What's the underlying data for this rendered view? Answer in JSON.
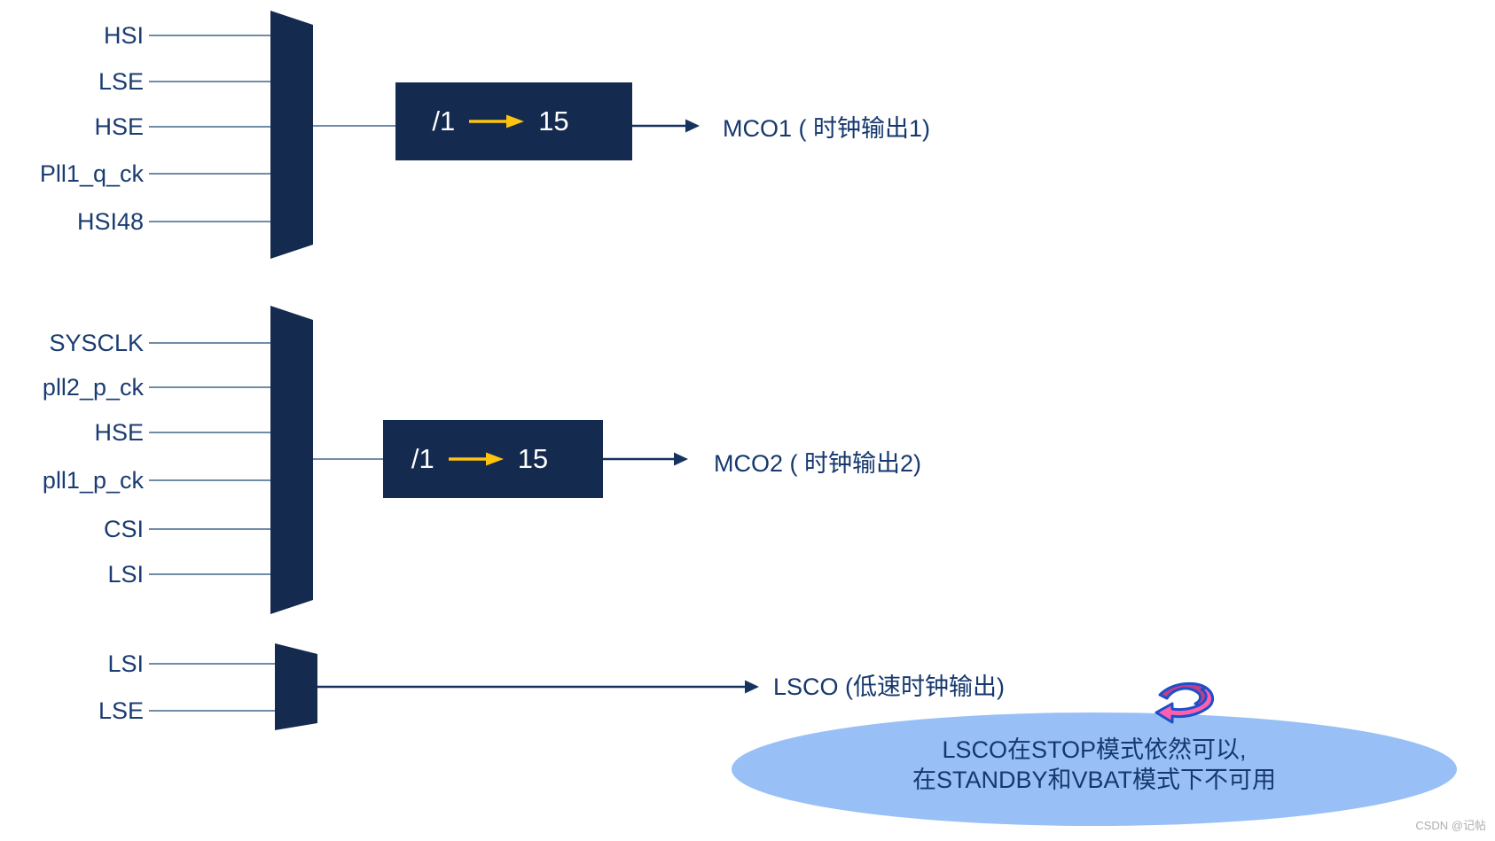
{
  "diagram_title": "clock-output-mux-diagram",
  "colors": {
    "mux_fill": "#142a4e",
    "box_fill": "#142a4e",
    "input_label_text": "#1b3c72",
    "input_line": "#5d7b9b",
    "output_arrow": "#16335f",
    "divider_text": "#ffffff",
    "divider_arrow_yellow": "#fdc40f",
    "note_ellipse_fill": "#98c0f6",
    "note_text": "#16386e",
    "rotate_arrow_pink_front": "#ff5fae",
    "rotate_arrow_pink_back": "#c13e8d",
    "rotate_arrow_outline": "#1d50c8",
    "watermark_text": "#aeaeae"
  },
  "mco1": {
    "inputs": [
      "HSI",
      "LSE",
      "HSE",
      "Pll1_q_ck",
      "HSI48"
    ],
    "divider": {
      "from": "/1",
      "to": "15"
    },
    "output_label": "MCO1 ( 时钟输出1)"
  },
  "mco2": {
    "inputs": [
      "SYSCLK",
      "pll2_p_ck",
      "HSE",
      "pll1_p_ck",
      "CSI",
      "LSI"
    ],
    "divider": {
      "from": "/1",
      "to": "15"
    },
    "output_label": "MCO2 ( 时钟输出2)"
  },
  "lsco": {
    "inputs": [
      "LSI",
      "LSE"
    ],
    "output_label": "LSCO (低速时钟输出)"
  },
  "note": {
    "line1": "LSCO在STOP模式依然可以,",
    "line2": "在STANDBY和VBAT模式下不可用"
  },
  "icons": {
    "divider_range_arrow": "yellow-right-arrow-icon",
    "note_pointer": "pink-rotate-arrow-icon"
  },
  "watermark": "CSDN @记帖"
}
